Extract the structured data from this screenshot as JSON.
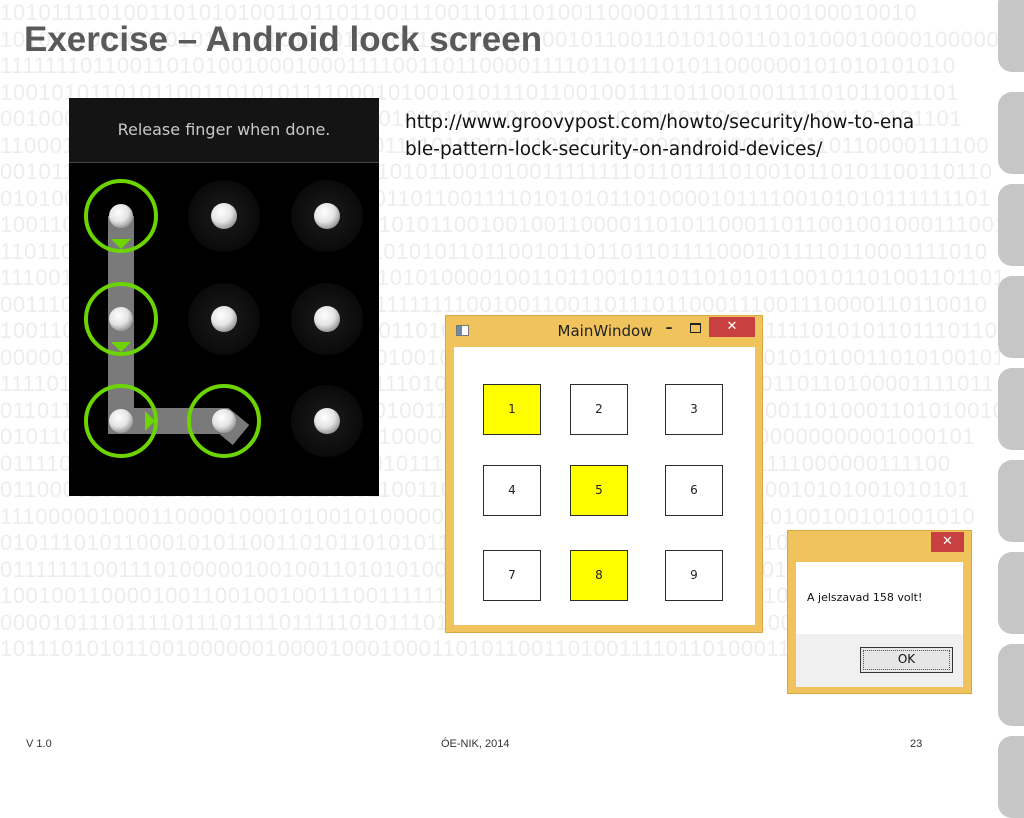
{
  "slide": {
    "title": "Exercise – Android lock screen",
    "url": "http://www.groovypost.com/howto/security/how-to-enable-pattern-lock-security-on-android-devices/",
    "footer_left": "V 1.0",
    "footer_center": "ÓE-NIK, 2014",
    "page_number": "23"
  },
  "android": {
    "header_text": "Release finger when done.",
    "selected_dots": [
      1,
      4,
      7,
      8
    ]
  },
  "main_window": {
    "title": "MainWindow",
    "cells": [
      {
        "label": "1",
        "highlighted": true
      },
      {
        "label": "2",
        "highlighted": false
      },
      {
        "label": "3",
        "highlighted": false
      },
      {
        "label": "4",
        "highlighted": false
      },
      {
        "label": "5",
        "highlighted": true
      },
      {
        "label": "6",
        "highlighted": false
      },
      {
        "label": "7",
        "highlighted": false
      },
      {
        "label": "8",
        "highlighted": true
      },
      {
        "label": "9",
        "highlighted": false
      }
    ]
  },
  "message_box": {
    "text": "A jelszavad 158 volt!",
    "ok_label": "OK"
  },
  "icons": {
    "close": "close-icon",
    "minimize": "minimize-icon",
    "maximize": "maximize-icon",
    "window": "window-icon"
  },
  "colors": {
    "highlight": "#ffff00",
    "window_frame": "#f0c35c",
    "close_button": "#c84040",
    "pattern_ring": "#6cd400",
    "title_text": "#595959"
  }
}
